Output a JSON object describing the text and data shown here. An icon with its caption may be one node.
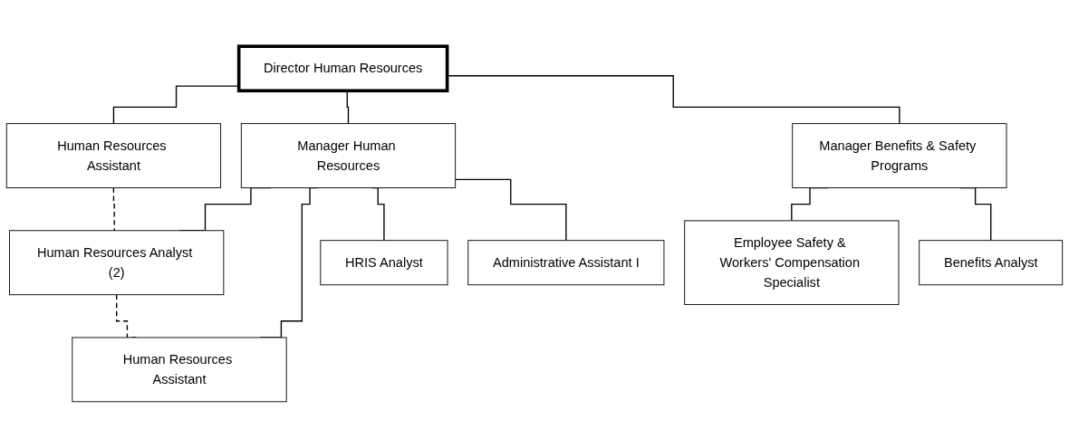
{
  "diagram": {
    "nodes": [
      {
        "text": [
          "Director Human Resources"
        ]
      },
      {
        "text": [
          "Human Resources Assistant"
        ]
      },
      {
        "text": [
          "Manager Human Resources"
        ]
      },
      {
        "text": [
          "Manager Benefits & Safety Programs"
        ]
      },
      {
        "text": [
          "Human Resources Analyst (2)"
        ]
      },
      {
        "text": [
          "Human Resources Assistant"
        ]
      },
      {
        "text": [
          "HRIS Analyst"
        ]
      },
      {
        "text": [
          "Administrative Assistant I"
        ]
      },
      {
        "text": [
          "Employee Safety & Workers' Compensation Specialist"
        ]
      },
      {
        "text": [
          "Benefits Analyst"
        ]
      }
    ],
    "edges": [
      {
        "from": 0,
        "to": 1,
        "arrow": "none"
      },
      {
        "from": 0,
        "to": 2,
        "arrow": "none"
      },
      {
        "from": 0,
        "to": 3,
        "arrow": "none"
      },
      {
        "from": 2,
        "to": 4,
        "arrow": "none"
      },
      {
        "from": 2,
        "to": 5,
        "arrow": "none"
      },
      {
        "from": 2,
        "to": 6,
        "arrow": "none"
      },
      {
        "from": 2,
        "to": 7,
        "arrow": "none"
      },
      {
        "from": 3,
        "to": 8,
        "arrow": "none"
      },
      {
        "from": 3,
        "to": 9,
        "arrow": "none"
      },
      {
        "from": 1,
        "to": 4,
        "arrow": "none",
        "style": "dashed"
      },
      {
        "from": 4,
        "to": 5,
        "arrow": "none",
        "style": "dashed"
      }
    ]
  }
}
